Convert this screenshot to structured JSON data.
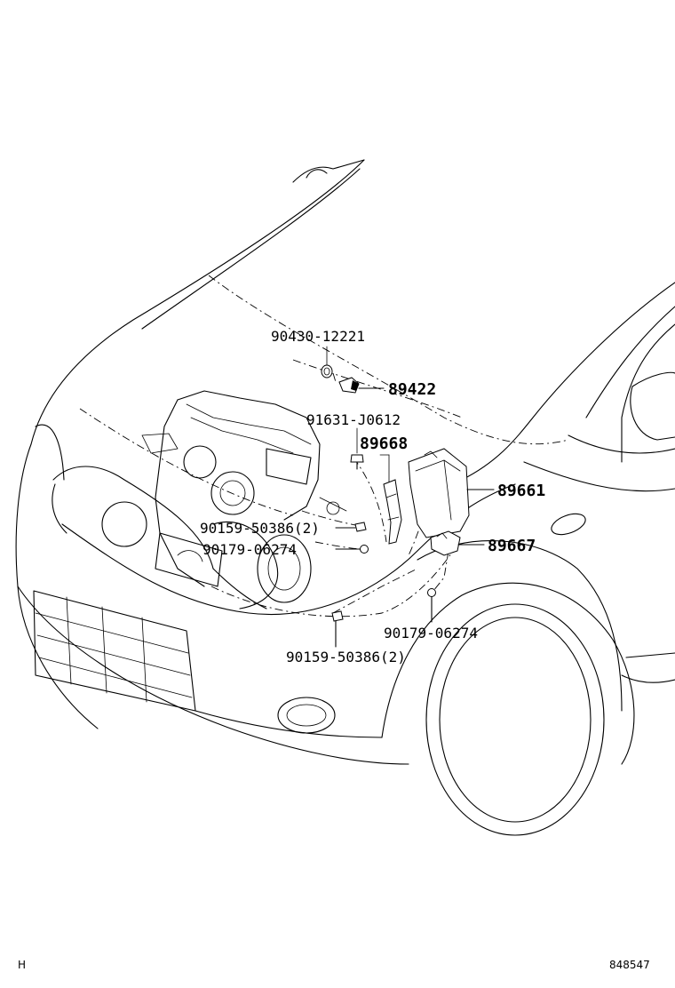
{
  "labels": {
    "p90430": "90430-12221",
    "p89422": "89422",
    "p91631": "91631-J0612",
    "p89668": "89668",
    "p89661": "89661",
    "p90159_a": "90159-50386(2)",
    "p90179_a": "90179-06274",
    "p89667": "89667",
    "p90179_b": "90179-06274",
    "p90159_b": "90159-50386(2)"
  },
  "footer": {
    "left_mark": "H",
    "diagram_number": "848547"
  }
}
